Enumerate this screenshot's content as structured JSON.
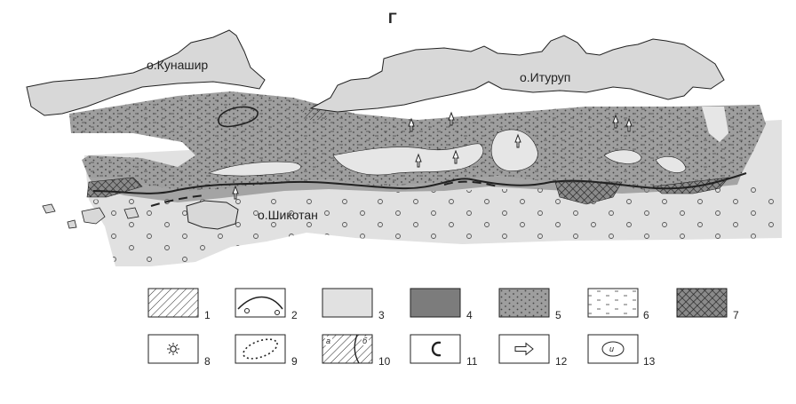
{
  "map": {
    "panel_letter": "Г",
    "islands": {
      "kunashir": "о.Кунашир",
      "iturup": "о.Итуруп",
      "shikotan": "о.Шикотан"
    },
    "colors": {
      "island": "#d8d8d8",
      "zone3": "#e1e1e1",
      "zone4": "#7c7c7c",
      "zone5": "#9e9e9e",
      "ink": "#222222"
    }
  },
  "legend": {
    "items": [
      {
        "number": "1",
        "symbol": "diagonal-hatch"
      },
      {
        "number": "2",
        "symbol": "arc-with-circles"
      },
      {
        "number": "3",
        "symbol": "light-gray-fill"
      },
      {
        "number": "4",
        "symbol": "dark-gray-fill"
      },
      {
        "number": "5",
        "symbol": "dotted-gray-fill"
      },
      {
        "number": "6",
        "symbol": "dashes-pattern"
      },
      {
        "number": "7",
        "symbol": "cross-hatch"
      },
      {
        "number": "8",
        "symbol": "star-circle"
      },
      {
        "number": "9",
        "symbol": "dotted-oval"
      },
      {
        "number": "10",
        "symbol": "hatch-with-boundary",
        "sub_a": "а",
        "sub_b": "б"
      },
      {
        "number": "11",
        "symbol": "hook-arrow"
      },
      {
        "number": "12",
        "symbol": "hollow-arrow"
      },
      {
        "number": "13",
        "symbol": "oval-with-letter",
        "inner_text": "и"
      }
    ]
  }
}
